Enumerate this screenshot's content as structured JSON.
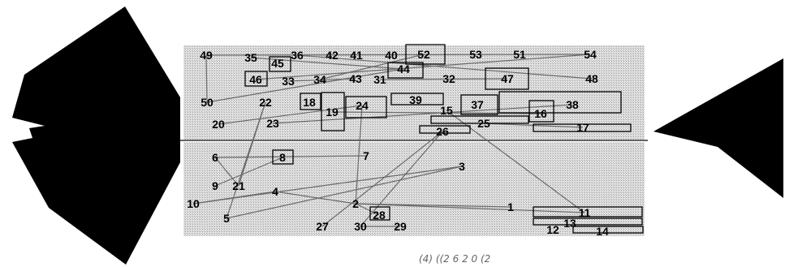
{
  "diagram": {
    "node_labels": [
      "49",
      "35",
      "45",
      "36",
      "42",
      "41",
      "40",
      "52",
      "53",
      "51",
      "54",
      "44",
      "46",
      "33",
      "34",
      "43",
      "31",
      "32",
      "47",
      "48",
      "50",
      "22",
      "18",
      "39",
      "37",
      "38",
      "16",
      "24",
      "19",
      "15",
      "20",
      "23",
      "25",
      "26",
      "17",
      "6",
      "8",
      "7",
      "3",
      "9",
      "21",
      "4",
      "10",
      "2",
      "1",
      "11",
      "5",
      "28",
      "27",
      "30",
      "29",
      "12",
      "13",
      "14"
    ],
    "caption": "(4) ((2 6 2 0 (2"
  },
  "colors": {
    "ink": "#000000",
    "panel_pattern": "#cfcfcf",
    "edge": "#6a6a6a"
  }
}
